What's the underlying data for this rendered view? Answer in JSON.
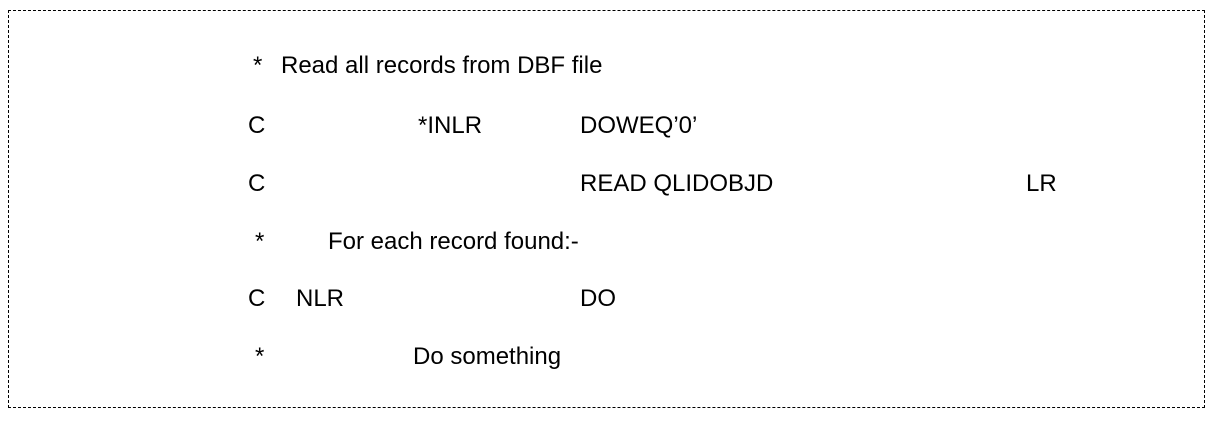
{
  "lines": [
    {
      "c1": "*",
      "c2": "Read all records from DBF file"
    },
    {
      "c1": "C",
      "c2": "*INLR",
      "c3": "DOWEQ’0’"
    },
    {
      "c1": "C",
      "c3": "READ QLIDOBJD",
      "c4": "LR"
    },
    {
      "c1": "*",
      "c2": "For each record found:-"
    },
    {
      "c1": "C",
      "c2": "NLR",
      "c3": "DO"
    },
    {
      "c1": "*",
      "c2": "Do something"
    }
  ]
}
